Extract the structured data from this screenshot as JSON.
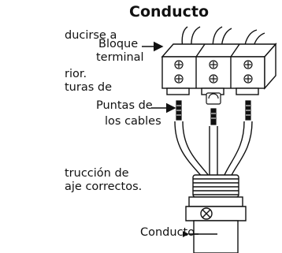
{
  "title": "Conducto",
  "body_text": {
    "line1": "ducirse a",
    "line2": "rior.",
    "line3": "turas de",
    "line4": "trucción de",
    "line5": "aje correctos."
  },
  "labels": {
    "terminal_block_line1": "Bloque",
    "terminal_block_line2": "terminal",
    "wire_ends_line1": "Puntas de",
    "wire_ends_line2": "los cables",
    "conduit": "Conducto"
  }
}
